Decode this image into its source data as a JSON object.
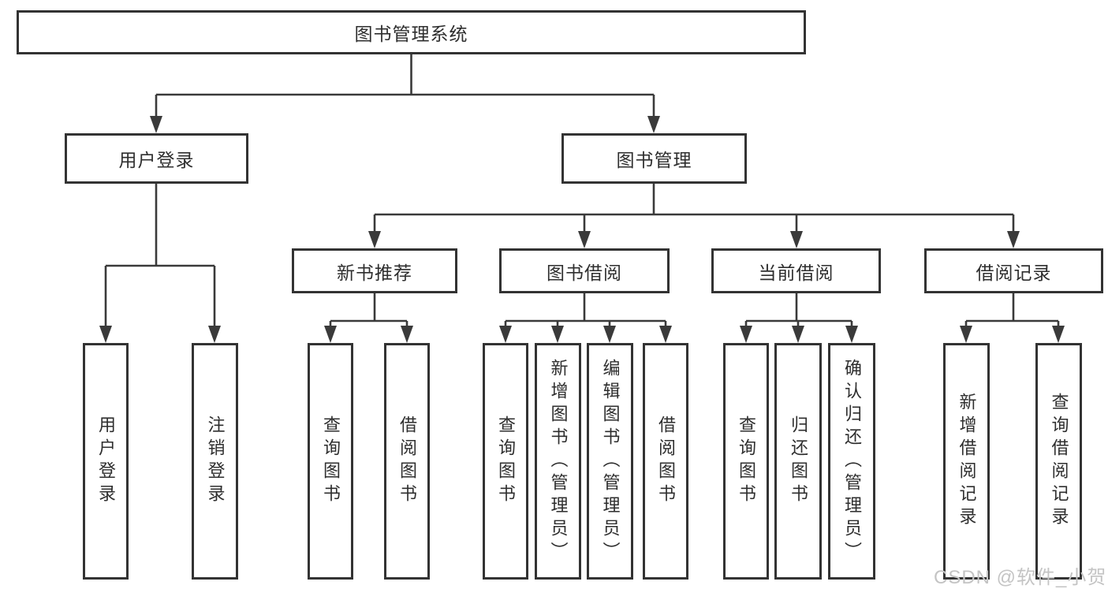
{
  "nodes": {
    "root": {
      "label": "图书管理系统"
    },
    "branches": [
      {
        "label": "用户登录"
      },
      {
        "label": "图书管理"
      }
    ],
    "sections": [
      {
        "label": "新书推荐"
      },
      {
        "label": "图书借阅"
      },
      {
        "label": "当前借阅"
      },
      {
        "label": "借阅记录"
      }
    ],
    "leaves": [
      {
        "label": "用户登录"
      },
      {
        "label": "注销登录"
      },
      {
        "label": "查询图书"
      },
      {
        "label": "借阅图书"
      },
      {
        "label": "查询图书"
      },
      {
        "label": "新增图书（管理员）"
      },
      {
        "label": "编辑图书（管理员）"
      },
      {
        "label": "借阅图书"
      },
      {
        "label": "查询图书"
      },
      {
        "label": "归还图书"
      },
      {
        "label": "确认归还（管理员）"
      },
      {
        "label": "新增借阅记录"
      },
      {
        "label": "查询借阅记录"
      }
    ]
  },
  "watermark": {
    "text": "CSDN @软件_小贺同学"
  },
  "colors": {
    "line": "#3a3a3a",
    "box_border": "#333333",
    "box_fill": "#ffffff",
    "text": "#2e2e2e",
    "watermark": "#c4c4c4"
  }
}
